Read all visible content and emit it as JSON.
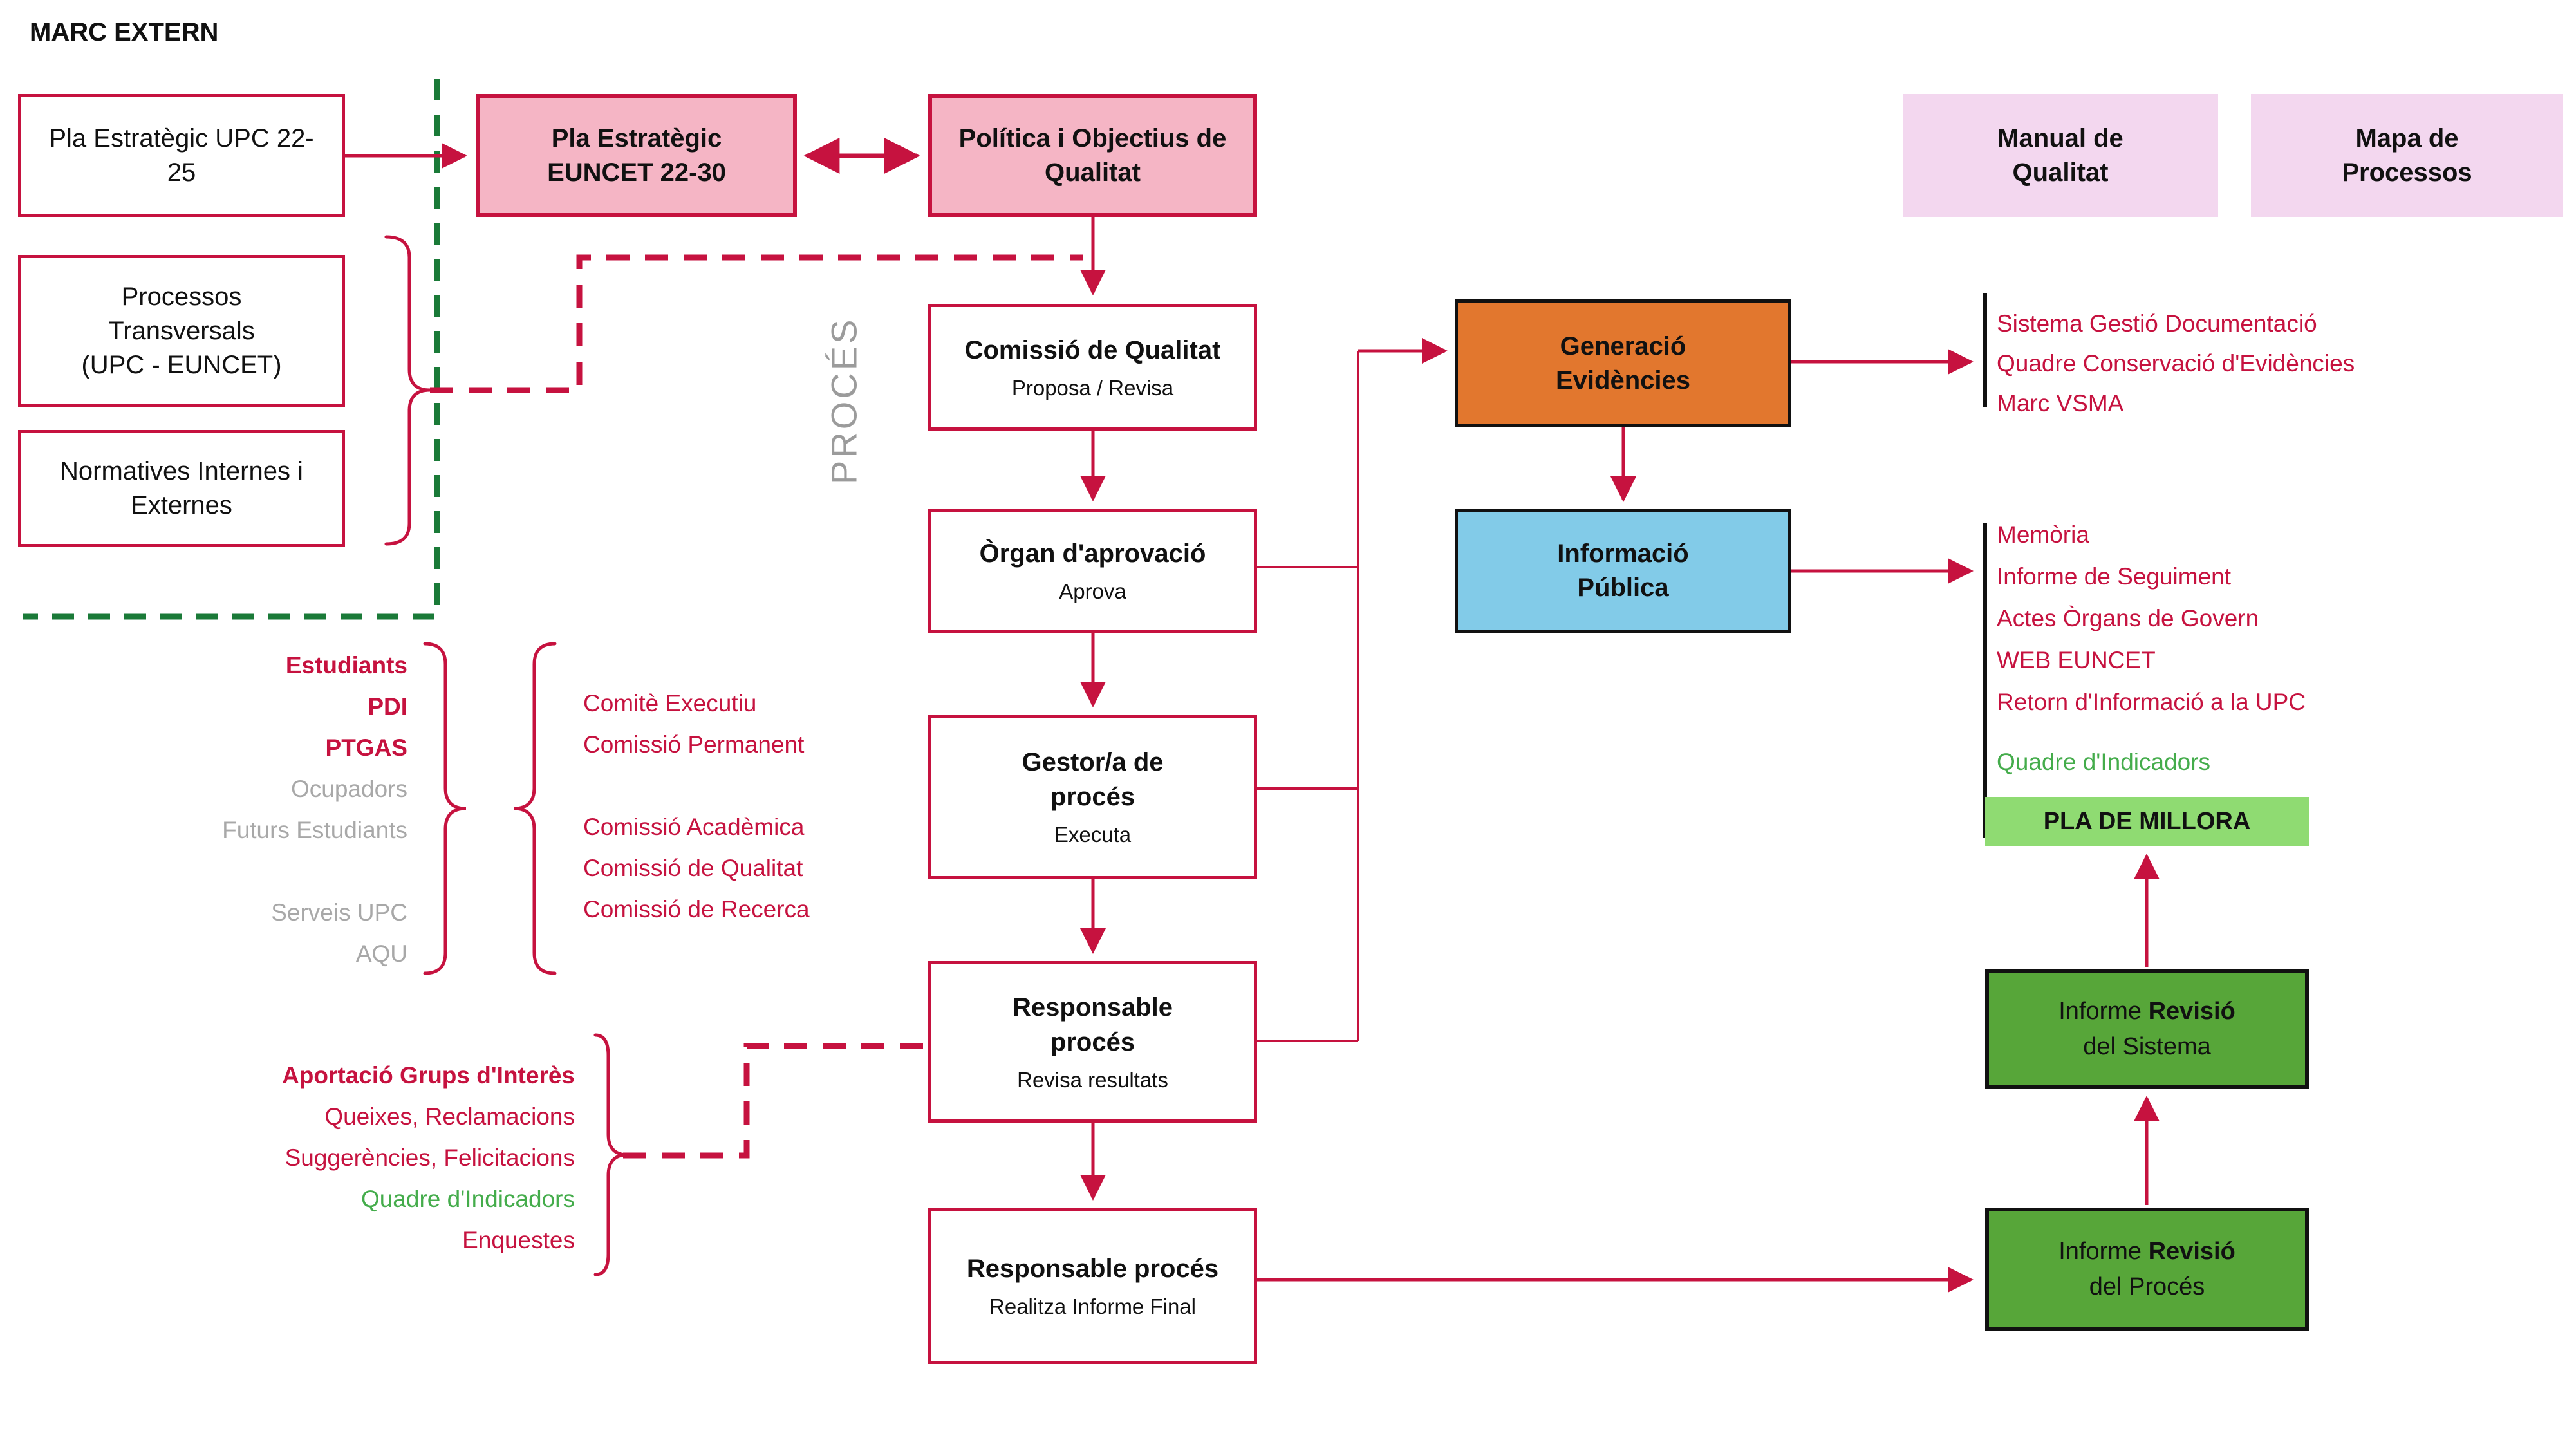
{
  "header": {
    "title": "MARC EXTERN"
  },
  "labels": {
    "proces": "PROCÉS"
  },
  "colors": {
    "crimson": "#C6123F",
    "pink": "#F5B5C5",
    "lavender": "#F3D7EF",
    "orange": "#E2772E",
    "blue": "#82CBE8",
    "greenBox": "#57A639",
    "greenBand": "#8FDB72",
    "greenText": "#44AC4B",
    "greenDash": "#1A7A38",
    "grayText": "#A8A8A8"
  },
  "boxes": {
    "pla_upc": "Pla Estratègic UPC 22-\n25",
    "pla_euncet": "Pla Estratègic\nEUNCET 22-30",
    "politica": "Política i Objectius de\nQualitat",
    "manual": "Manual de\nQualitat",
    "mapa": "Mapa de\nProcessos",
    "processos": "Processos\nTransversals\n(UPC - EUNCET)",
    "normatives": "Normatives Internes i\nExternes"
  },
  "flow": {
    "comissio": {
      "title": "Comissió de Qualitat",
      "subtitle": "Proposa / Revisa"
    },
    "organ": {
      "title": "Òrgan d'aprovació",
      "subtitle": "Aprova"
    },
    "gestor": {
      "title": "Gestor/a de\nprocés",
      "subtitle": "Executa"
    },
    "responsable": {
      "title": "Responsable\nprocés",
      "subtitle": "Revisa resultats"
    },
    "responsable_final": {
      "title": "Responsable procés",
      "subtitle": "Realitza Informe Final"
    },
    "generacio": "Generació\nEvidències",
    "informacio": "Informació\nPública"
  },
  "outputs": {
    "evidencies": [
      "Sistema Gestió Documentació",
      "Quadre Conservació d'Evidències",
      "Marc VSMA"
    ],
    "publica": [
      "Memòria",
      "Informe de Seguiment",
      "Actes Òrgans de Govern",
      "WEB EUNCET",
      "Retorn d'Informació a la UPC"
    ],
    "indicadors": "Quadre d'Indicadors",
    "pla_millora": "PLA DE MILLORA"
  },
  "reports": {
    "sistema": {
      "l1a": "Informe ",
      "l1b": "Revisió",
      "l2": "del Sistema"
    },
    "proces": {
      "l1a": "Informe ",
      "l1b": "Revisió",
      "l2": "del Procés"
    }
  },
  "stakeholders": {
    "primary": [
      "Estudiants",
      "PDI",
      "PTGAS"
    ],
    "secondary": [
      "Ocupadors",
      "Futurs Estudiants"
    ],
    "tertiary": [
      "Serveis UPC",
      "AQU"
    ]
  },
  "organs": {
    "group1": [
      "Comitè Executiu",
      "Comissió Permanent"
    ],
    "group2": [
      "Comissió Acadèmica",
      "Comissió de Qualitat",
      "Comissió de Recerca"
    ]
  },
  "aportacio": {
    "title": "Aportació Grups d'Interès",
    "items": [
      "Queixes, Reclamacions",
      "Suggerències, Felicitacions"
    ],
    "green_item": "Quadre d'Indicadors",
    "last": "Enquestes"
  }
}
